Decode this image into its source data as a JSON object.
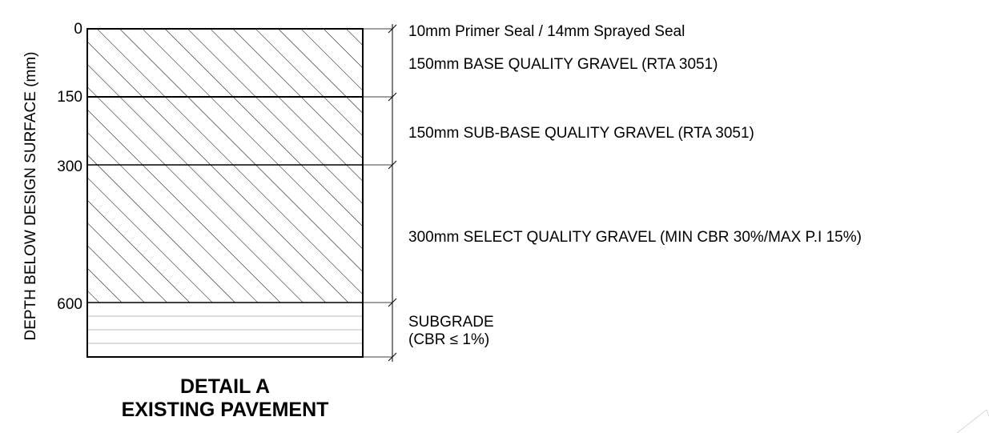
{
  "axis": {
    "ylabel": "DEPTH BELOW DESIGN SURFACE (mm)",
    "ticks": [
      "0",
      "150",
      "300",
      "600"
    ]
  },
  "layers": [
    {
      "label": "10mm Primer Seal / 14mm Sprayed Seal"
    },
    {
      "label": "150mm BASE QUALITY GRAVEL (RTA 3051)"
    },
    {
      "label": "150mm SUB-BASE QUALITY GRAVEL (RTA 3051)"
    },
    {
      "label": "300mm SELECT QUALITY GRAVEL (MIN CBR 30%/MAX P.I 15%)"
    },
    {
      "label": "SUBGRADE"
    },
    {
      "label": "(CBR ≤ 1%)"
    }
  ],
  "title": {
    "line1": "DETAIL A",
    "line2": "EXISTING PAVEMENT"
  }
}
